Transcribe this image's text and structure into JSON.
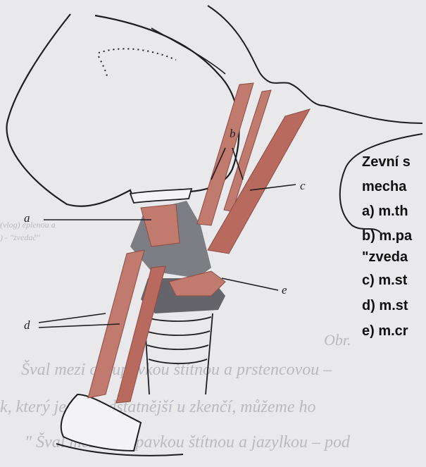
{
  "diagram": {
    "labels": {
      "a": "a",
      "b": "b",
      "c": "c",
      "d": "d",
      "e": "e"
    },
    "caption": {
      "title_line1": "Zevní s",
      "title_line2": "mecha",
      "item_a": "a) m.th",
      "item_b": "b) m.pa",
      "item_b_cont": "\"zveda",
      "item_c": "c) m.st",
      "item_d": "d) m.st",
      "item_e": "e) m.cr"
    }
  },
  "bleed_through": {
    "left_1": "(vlog) éplenou a",
    "left_2": ") - \"zvedač\"",
    "fig_ref": "Obr.",
    "line_1": "Šval mezi chrupavkou štítnou a prstencovou –",
    "line_2": "k, který je nejpodstatnější u zkenčí, můžeme ho",
    "line_3": "\" Šval mezi chrupavkou štítnou a jazylkou – pod"
  },
  "colors": {
    "muscle": "#c07a6e",
    "muscle_dark": "#8e4b44",
    "cartilage_gray": "#6a6a72",
    "line": "#1e1e1e",
    "background": "#e9e9ec"
  }
}
